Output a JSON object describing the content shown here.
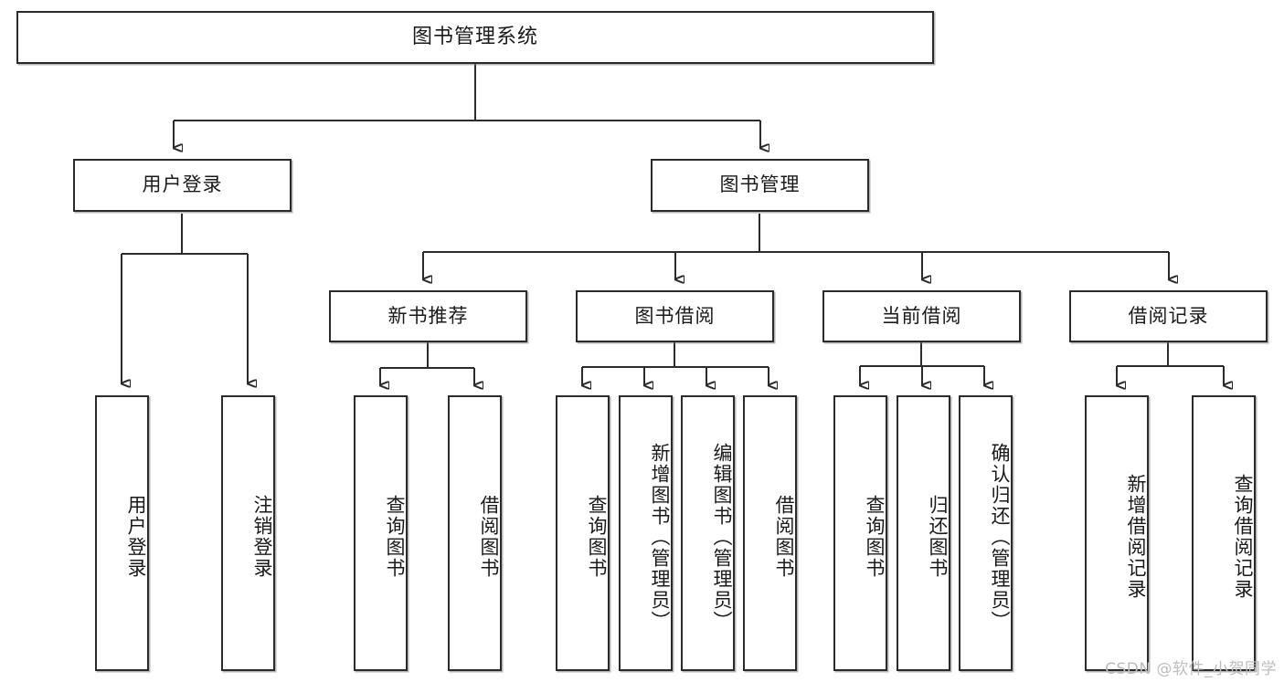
{
  "diagram": {
    "title": "图书管理系统",
    "watermark": "CSDN @软件_小贺同学",
    "levels": {
      "root": "图书管理系统",
      "level1": [
        "用户登录",
        "图书管理"
      ],
      "level2": [
        "新书推荐",
        "图书借阅",
        "当前借阅",
        "借阅记录"
      ],
      "leaves": [
        "用户登录",
        "注销登录",
        "查询图书",
        "借阅图书",
        "查询图书",
        "新增图书（管理员）",
        "编辑图书（管理员）",
        "借阅图书",
        "查询图书",
        "归还图书",
        "确认归还（管理员）",
        "新增借阅记录",
        "查询借阅记录"
      ]
    },
    "nodes": {
      "root": {
        "label": "图书管理系统"
      },
      "user_login": {
        "label": "用户登录"
      },
      "book_manage": {
        "label": "图书管理"
      },
      "new_book_rec": {
        "label": "新书推荐"
      },
      "book_borrow": {
        "label": "图书借阅"
      },
      "current_borrow": {
        "label": "当前借阅"
      },
      "borrow_record": {
        "label": "借阅记录"
      },
      "leaf_user_login": {
        "label": "用户登录"
      },
      "leaf_logout": {
        "label": "注销登录"
      },
      "leaf_query_book_1": {
        "label": "查询图书"
      },
      "leaf_borrow_book_1": {
        "label": "借阅图书"
      },
      "leaf_query_book_2": {
        "label": "查询图书"
      },
      "leaf_add_book": {
        "label": "新增图书（管理员）"
      },
      "leaf_edit_book": {
        "label": "编辑图书（管理员）"
      },
      "leaf_borrow_book_2": {
        "label": "借阅图书"
      },
      "leaf_query_book_3": {
        "label": "查询图书"
      },
      "leaf_return_book": {
        "label": "归还图书"
      },
      "leaf_confirm_return": {
        "label": "确认归还（管理员）"
      },
      "leaf_add_record": {
        "label": "新增借阅记录"
      },
      "leaf_query_record": {
        "label": "查询借阅记录"
      }
    },
    "colors": {
      "stroke": "#2b2b2b",
      "fill": "#ffffff",
      "text": "#1a1a1a",
      "watermark": "#bdbdbd"
    }
  }
}
